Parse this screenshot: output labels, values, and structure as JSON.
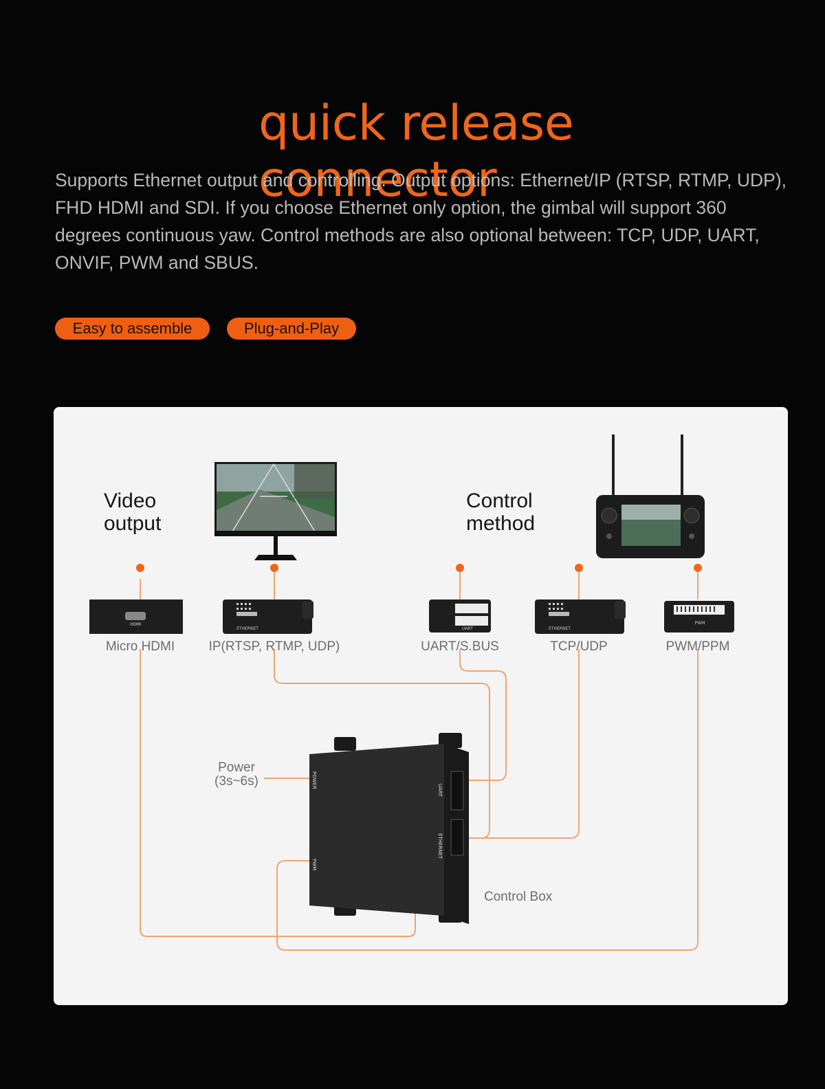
{
  "title": "quick release connector",
  "description": "Supports Ethernet output and controlling. Output options: Ethernet/IP (RTSP, RTMP, UDP), FHD HDMI and SDI. If you choose Ethernet only option, the gimbal will support 360 degrees continuous yaw. Control methods are also optional between: TCP, UDP, UART, ONVIF, PWM and SBUS.",
  "features": [
    "Easy to assemble",
    "Plug-and-Play"
  ],
  "diagram": {
    "video_heading": [
      "Video",
      "output"
    ],
    "control_heading": [
      "Control",
      "method"
    ],
    "ports": [
      "Micro HDMI",
      "IP(RTSP, RTMP, UDP)",
      "UART/S.BUS",
      "TCP/UDP",
      "PWM/PPM"
    ],
    "port_silkscreen": [
      "HDMI",
      "ETHERNET",
      "UART",
      "ETHERNET",
      "PWM"
    ],
    "power_label": [
      "Power",
      "(3s~6s)"
    ],
    "control_box_label": "Control Box",
    "box_ports": [
      "POWER",
      "PWM",
      "UART",
      "ETHERNET"
    ]
  },
  "colors": {
    "accent": "#f0661a",
    "background": "#050505",
    "panel": "#f4f4f4",
    "line": "#f2a46e"
  }
}
